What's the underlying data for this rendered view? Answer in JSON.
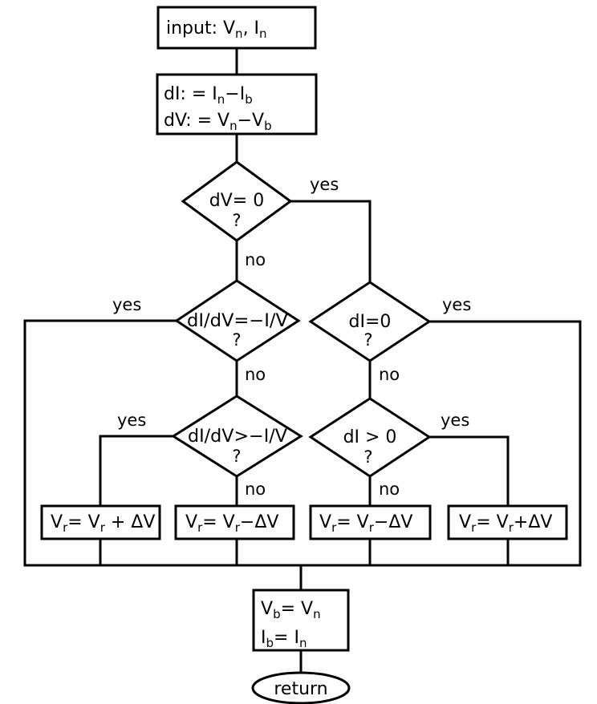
{
  "diagram": {
    "type": "flowchart",
    "title": "",
    "nodes": {
      "input": {
        "kind": "process",
        "lines": [
          [
            {
              "t": "input: V"
            },
            {
              "t": "n",
              "sub": true
            },
            {
              "t": ", I"
            },
            {
              "t": "n",
              "sub": true
            }
          ]
        ]
      },
      "compute": {
        "kind": "process",
        "lines": [
          [
            {
              "t": "dI: = I"
            },
            {
              "t": "n",
              "sub": true
            },
            {
              "t": "−I"
            },
            {
              "t": "b",
              "sub": true
            }
          ],
          [
            {
              "t": "dV: = V"
            },
            {
              "t": "n",
              "sub": true
            },
            {
              "t": "−V"
            },
            {
              "t": "b",
              "sub": true
            }
          ]
        ]
      },
      "dv_zero": {
        "kind": "decision",
        "condition": "dV= 0",
        "question": "?"
      },
      "didv_eq": {
        "kind": "decision",
        "condition": "dI/dV=−I/V",
        "question": "?"
      },
      "di_zero": {
        "kind": "decision",
        "condition": "dI=0",
        "question": "?"
      },
      "didv_gt": {
        "kind": "decision",
        "condition": "dI/dV>−I/V",
        "question": "?"
      },
      "di_gt": {
        "kind": "decision",
        "condition": "dI > 0",
        "question": "?"
      },
      "act_inc_left": {
        "kind": "process",
        "lines": [
          [
            {
              "t": "V"
            },
            {
              "t": "r",
              "sub": true
            },
            {
              "t": "= V"
            },
            {
              "t": "r",
              "sub": true
            },
            {
              "t": " + ΔV"
            }
          ]
        ]
      },
      "act_dec_left": {
        "kind": "process",
        "lines": [
          [
            {
              "t": "V"
            },
            {
              "t": "r",
              "sub": true
            },
            {
              "t": "= V"
            },
            {
              "t": "r",
              "sub": true
            },
            {
              "t": "−ΔV"
            }
          ]
        ]
      },
      "act_dec_right": {
        "kind": "process",
        "lines": [
          [
            {
              "t": "V"
            },
            {
              "t": "r",
              "sub": true
            },
            {
              "t": "= V"
            },
            {
              "t": "r",
              "sub": true
            },
            {
              "t": "−ΔV"
            }
          ]
        ]
      },
      "act_inc_right": {
        "kind": "process",
        "lines": [
          [
            {
              "t": "V"
            },
            {
              "t": "r",
              "sub": true
            },
            {
              "t": "= V"
            },
            {
              "t": "r",
              "sub": true
            },
            {
              "t": "+ΔV"
            }
          ]
        ]
      },
      "update": {
        "kind": "process",
        "lines": [
          [
            {
              "t": "V"
            },
            {
              "t": "b",
              "sub": true
            },
            {
              "t": "= V"
            },
            {
              "t": "n",
              "sub": true
            }
          ],
          [
            {
              "t": "I"
            },
            {
              "t": "b",
              "sub": true
            },
            {
              "t": "= I"
            },
            {
              "t": "n",
              "sub": true
            }
          ]
        ]
      },
      "return": {
        "kind": "terminal",
        "label": "return"
      }
    },
    "edges": [
      {
        "from": "input",
        "to": "compute",
        "label": ""
      },
      {
        "from": "compute",
        "to": "dv_zero",
        "label": ""
      },
      {
        "from": "dv_zero",
        "to": "di_zero",
        "label": "yes"
      },
      {
        "from": "dv_zero",
        "to": "didv_eq",
        "label": "no"
      },
      {
        "from": "didv_eq",
        "to": "update",
        "label": "yes"
      },
      {
        "from": "didv_eq",
        "to": "didv_gt",
        "label": "no"
      },
      {
        "from": "didv_gt",
        "to": "act_inc_left",
        "label": "yes"
      },
      {
        "from": "didv_gt",
        "to": "act_dec_left",
        "label": "no"
      },
      {
        "from": "di_zero",
        "to": "update",
        "label": "yes"
      },
      {
        "from": "di_zero",
        "to": "di_gt",
        "label": "no"
      },
      {
        "from": "di_gt",
        "to": "act_inc_right",
        "label": "yes"
      },
      {
        "from": "di_gt",
        "to": "act_dec_right",
        "label": "no"
      },
      {
        "from": "act_inc_left",
        "to": "update",
        "label": ""
      },
      {
        "from": "act_dec_left",
        "to": "update",
        "label": ""
      },
      {
        "from": "act_dec_right",
        "to": "update",
        "label": ""
      },
      {
        "from": "act_inc_right",
        "to": "update",
        "label": ""
      },
      {
        "from": "update",
        "to": "return",
        "label": ""
      }
    ],
    "edge_labels": {
      "yes": "yes",
      "no": "no"
    }
  }
}
